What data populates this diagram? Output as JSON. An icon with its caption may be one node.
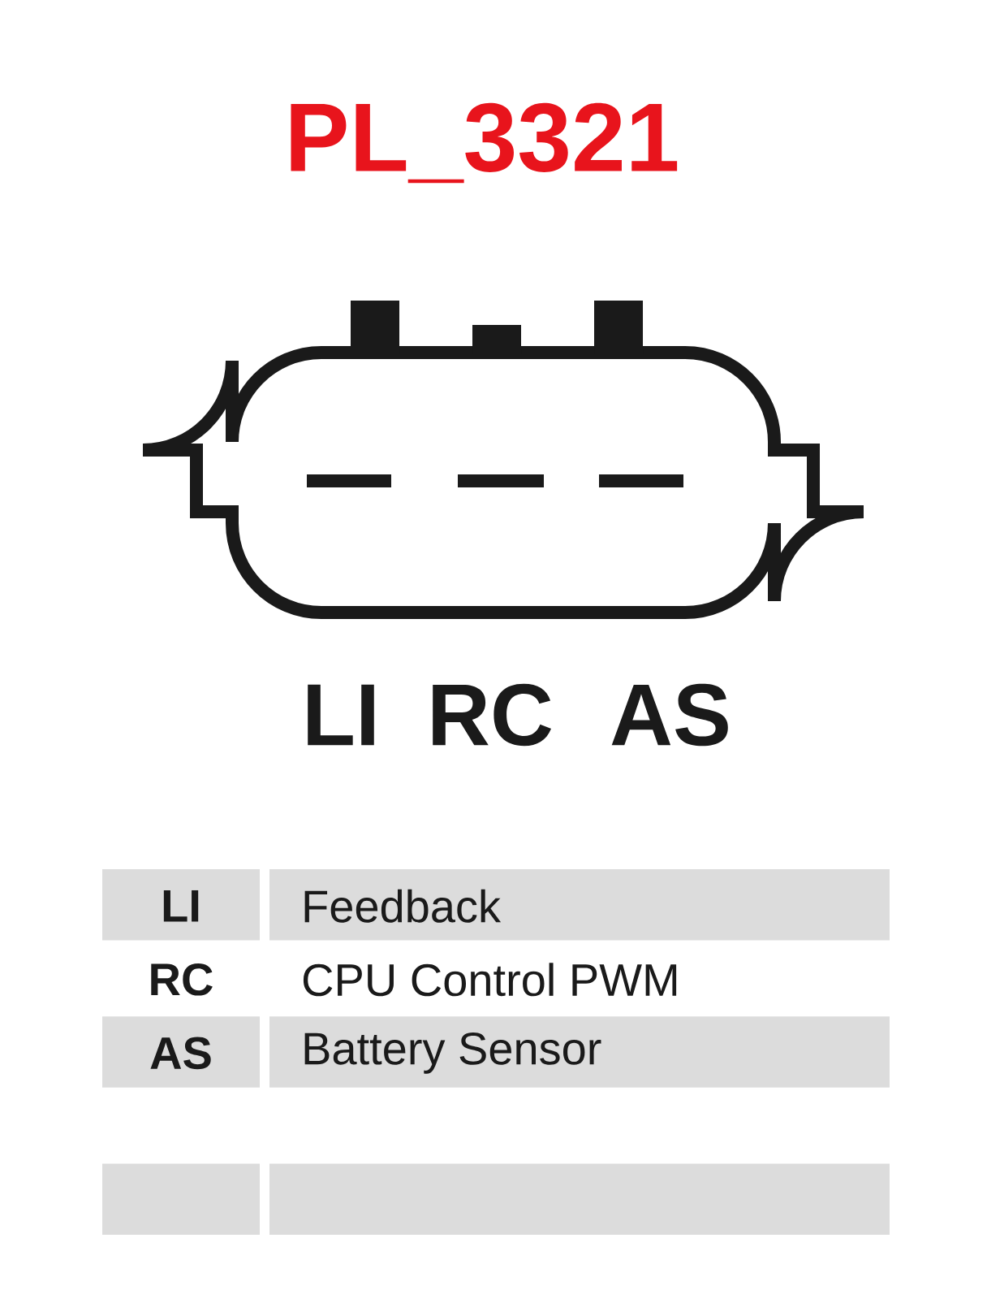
{
  "diagram": {
    "title": "PL_3321",
    "labels": [
      "LI",
      "RC",
      "AS",
      "LI",
      "Feedback",
      "RC",
      "CPU Control PWM",
      "AS",
      "Battery Sensor"
    ]
  }
}
